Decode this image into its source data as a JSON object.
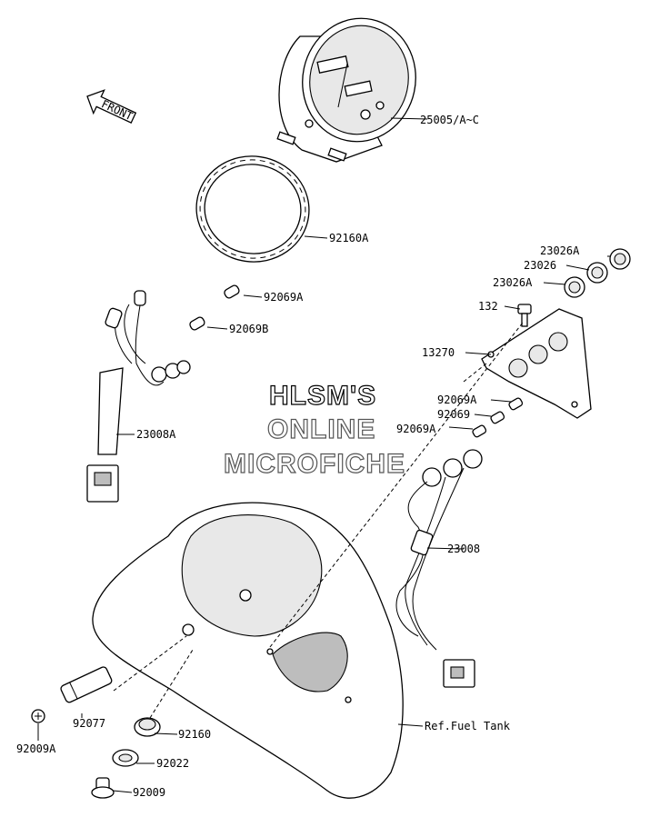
{
  "front_arrow": {
    "text": "FRONT"
  },
  "watermark": {
    "line1": "HLSM'S",
    "line2": "ONLINE",
    "line3": "MICROFICHE"
  },
  "labels": {
    "meter_assembly": "25005/A~C",
    "meter_ring": "92160A",
    "bulb_a_top": "92069A",
    "bulb_b": "92069B",
    "harness_left": "23008A",
    "cap_a_top": "23026A",
    "cap_mid": "23026",
    "cap_a_bottom": "23026A",
    "bolt_132": "132",
    "bracket": "13270",
    "bulb_a_right1": "92069A",
    "bulb_right": "92069",
    "bulb_a_right2": "92069A",
    "harness_right": "23008",
    "grommet": "92160",
    "collar": "92077",
    "screw_a": "92009A",
    "washer": "92022",
    "screw": "92009",
    "ref_fuel_tank": "Ref.Fuel Tank"
  }
}
